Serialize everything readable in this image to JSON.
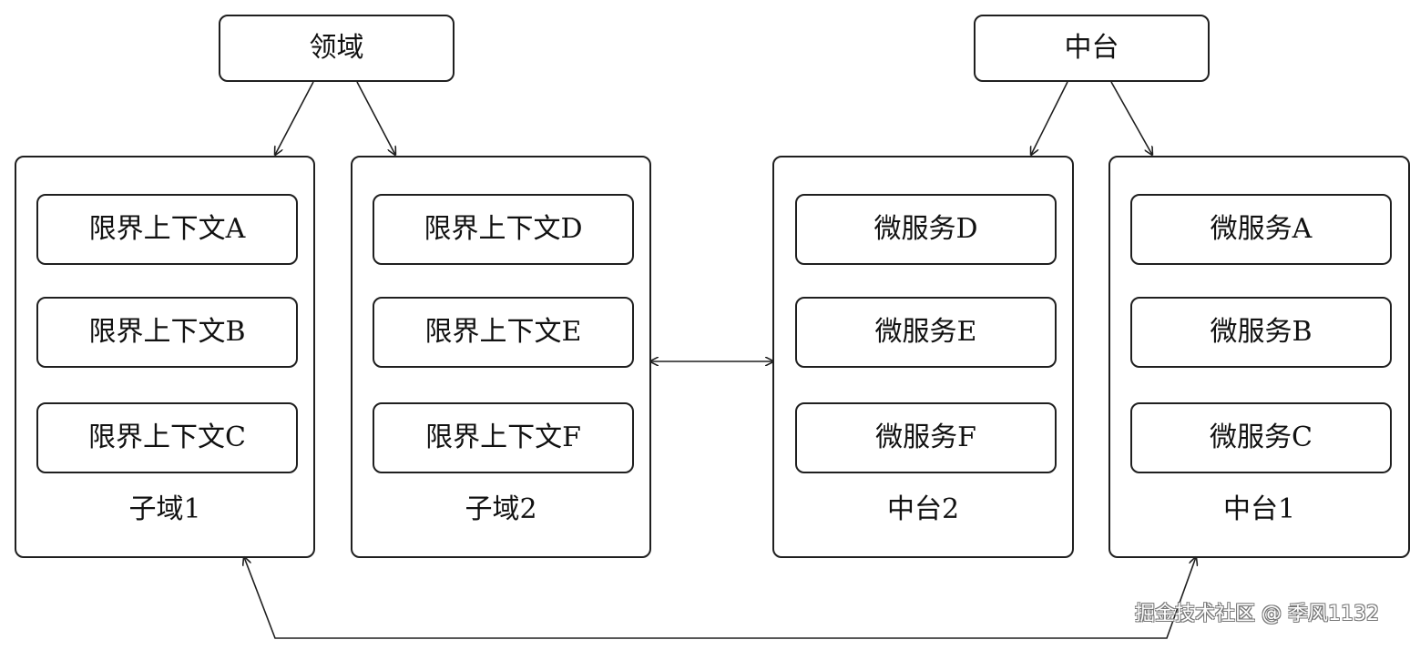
{
  "top_nodes": {
    "domain": "领域",
    "middle_platform": "中台"
  },
  "groups": {
    "subdomain1": {
      "label": "子域1",
      "items": [
        "限界上下文A",
        "限界上下文B",
        "限界上下文C"
      ]
    },
    "subdomain2": {
      "label": "子域2",
      "items": [
        "限界上下文D",
        "限界上下文E",
        "限界上下文F"
      ]
    },
    "platform2": {
      "label": "中台2",
      "items": [
        "微服务D",
        "微服务E",
        "微服务F"
      ]
    },
    "platform1": {
      "label": "中台1",
      "items": [
        "微服务A",
        "微服务B",
        "微服务C"
      ]
    }
  },
  "watermark": "掘金技术社区 @ 季风1132",
  "colors": {
    "stroke": "#1f1f1f",
    "background": "#ffffff"
  }
}
